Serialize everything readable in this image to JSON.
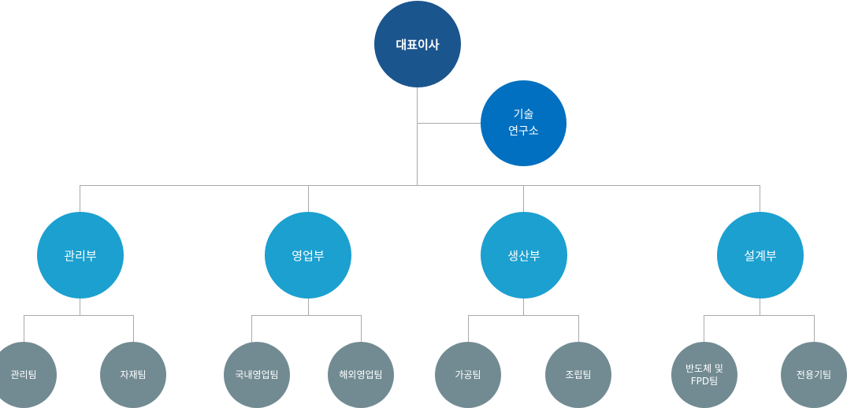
{
  "org": {
    "ceo": "대표이사",
    "lab": "기술\n연구소",
    "departments": [
      {
        "name": "관리부",
        "teams": [
          "관리팀",
          "자재팀"
        ]
      },
      {
        "name": "영업부",
        "teams": [
          "국내영업팀",
          "해외영업팀"
        ]
      },
      {
        "name": "생산부",
        "teams": [
          "가공팀",
          "조립팀"
        ]
      },
      {
        "name": "설계부",
        "teams": [
          "반도체 및\nFPD팀",
          "전용기팀"
        ]
      }
    ]
  },
  "colors": {
    "ceo": "#1b558e",
    "lab": "#0170c1",
    "department": "#1ba0d0",
    "team": "#728b92",
    "connector": "#a9a9a9"
  }
}
